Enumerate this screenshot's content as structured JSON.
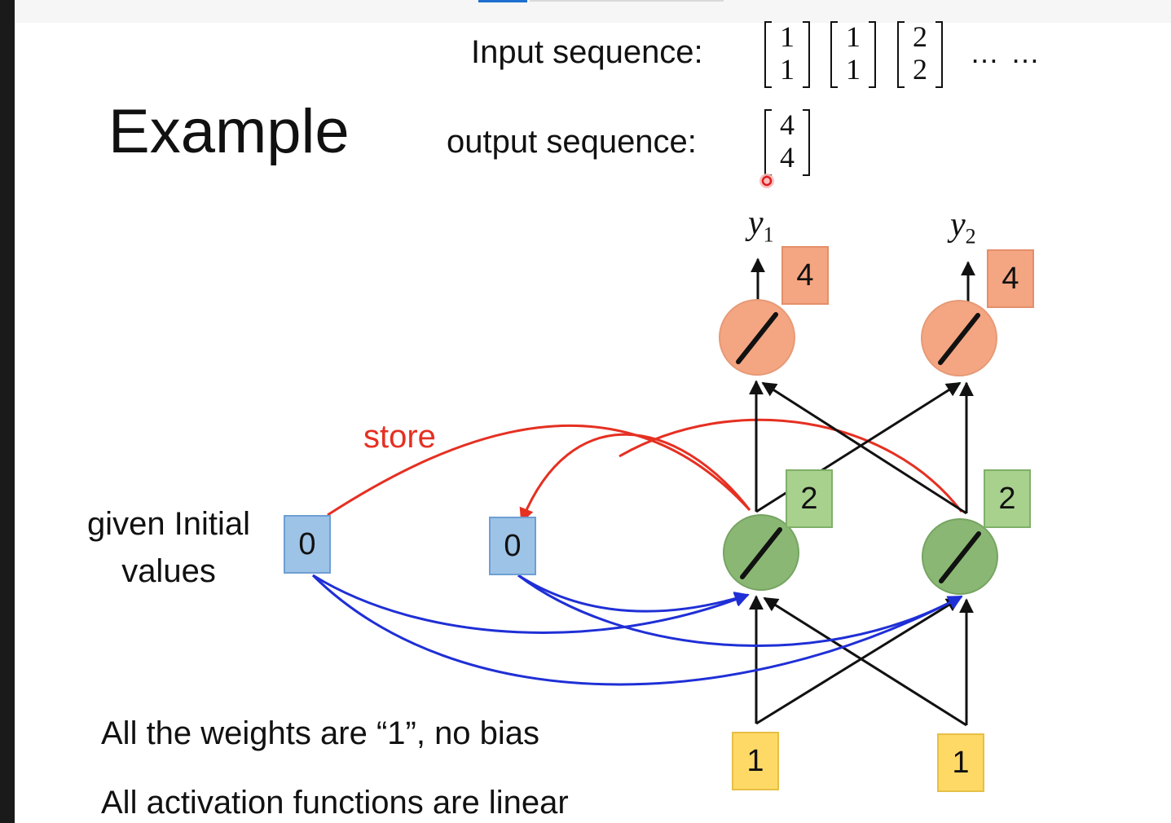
{
  "slide": {
    "title": "Example",
    "input_label": "Input sequence:",
    "output_label": "output sequence:",
    "input_vectors": [
      [
        "1",
        "1"
      ],
      [
        "1",
        "1"
      ],
      [
        "2",
        "2"
      ]
    ],
    "output_vectors": [
      [
        "4",
        "4"
      ]
    ],
    "ellipsis": "…  …",
    "given_initial": "given Initial values",
    "store_label": "store",
    "note_weights": "All the weights are “1”, no bias",
    "note_activation": "All activation functions are linear"
  },
  "network": {
    "memory_cells": [
      "0",
      "0"
    ],
    "hidden_values": [
      "2",
      "2"
    ],
    "output_values": [
      "4",
      "4"
    ],
    "input_values": [
      "1",
      "1"
    ],
    "output_names": [
      {
        "base": "y",
        "sub": "1"
      },
      {
        "base": "y",
        "sub": "2"
      }
    ]
  },
  "colors": {
    "memory": "#9dc3e6",
    "hidden": "#a9d18e",
    "output": "#f4a582",
    "input": "#ffd966",
    "store_arrow": "#e53022",
    "memory_arrow": "#1f2fd6"
  }
}
